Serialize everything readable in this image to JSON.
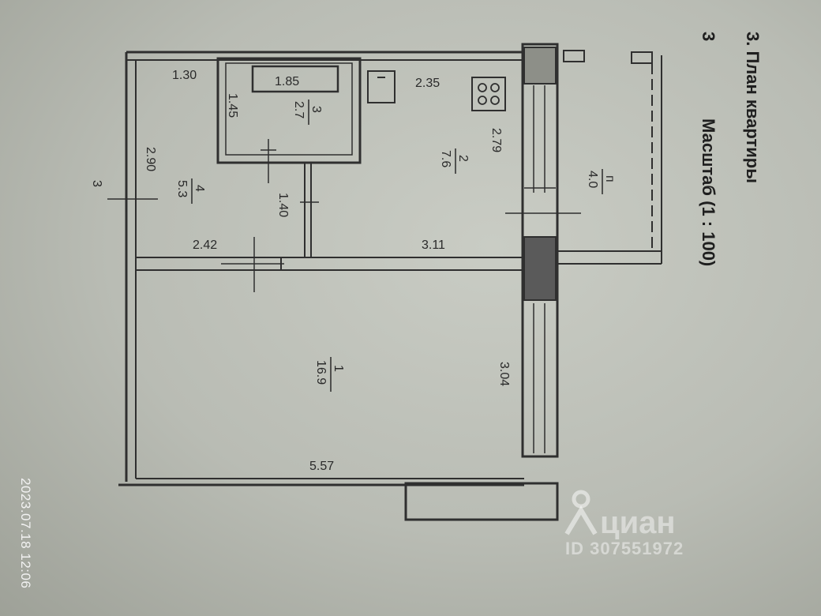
{
  "title": {
    "heading": "3. План квартиры",
    "scale": "Масштаб (1 : 100)",
    "sheet_number": "3"
  },
  "dimensions": {
    "d130": "1.30",
    "d185": "1.85",
    "d235": "2.35",
    "d145": "1.45",
    "d279": "2.79",
    "d290": "2.90",
    "d140": "1.40",
    "d242": "2.42",
    "d311": "3.11",
    "d304": "3.04",
    "d557": "5.57"
  },
  "rooms": [
    {
      "number": "1",
      "area": "16.9"
    },
    {
      "number": "2",
      "area": "7.6"
    },
    {
      "number": "3",
      "area": "2.7"
    },
    {
      "number": "4",
      "area": "5.3"
    },
    {
      "number": "п",
      "area": "4.0"
    }
  ],
  "section_mark": "3",
  "photo_timestamp": "2023.07.18 12:06",
  "watermark": {
    "brand": "циан",
    "listing_id": "ID 307551972"
  },
  "colors": {
    "paper": "#c3c6bd",
    "ink": "#2a2a2a",
    "wall_fill": "#3a3a3a",
    "watermark": "rgba(255,255,255,0.45)"
  }
}
